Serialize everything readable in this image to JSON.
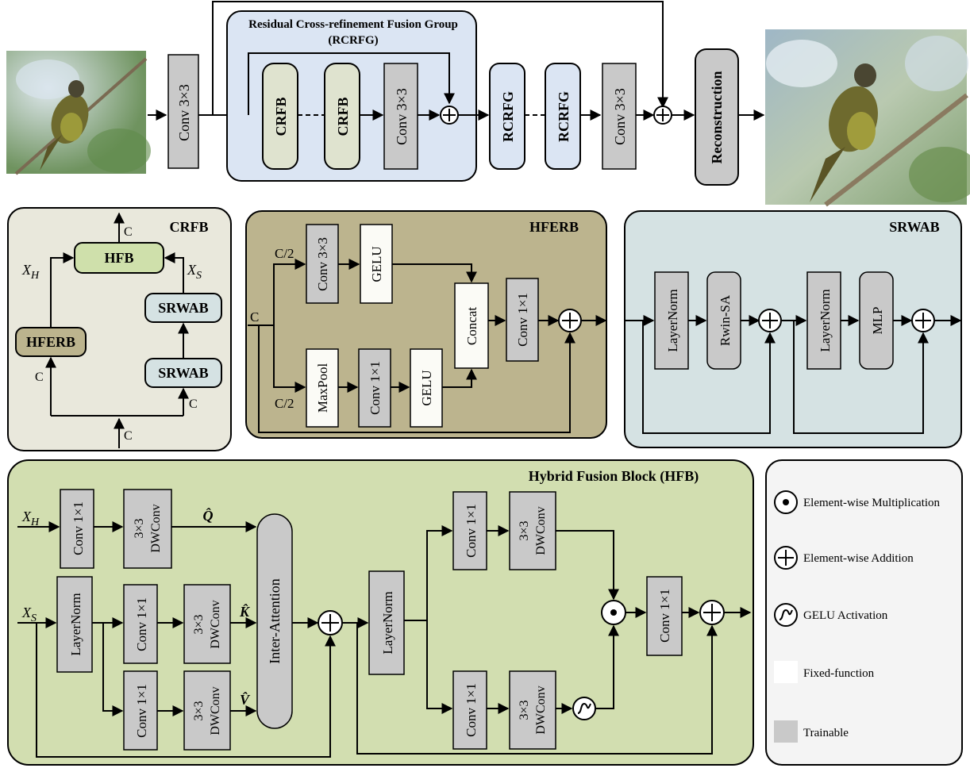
{
  "top": {
    "conv3": "Conv 3×3",
    "rcrfg_title_1": "Residual Cross-refinement Fusion Group",
    "rcrfg_title_2": "(RCRFG)",
    "crfb": "CRFB",
    "rcrfg": "RCRFG",
    "reconstruction": "Reconstruction"
  },
  "crfb_panel": {
    "title": "CRFB",
    "hfb": "HFB",
    "hferb": "HFERB",
    "srwab": "SRWAB",
    "c": "C",
    "xh": "X",
    "xh_sub": "H",
    "xs": "X",
    "xs_sub": "S"
  },
  "hferb_panel": {
    "title": "HFERB",
    "c": "C",
    "c_half": "C/2",
    "conv3": "Conv 3×3",
    "conv1": "Conv 1×1",
    "gelu": "GELU",
    "maxpool": "MaxPool",
    "concat": "Concat"
  },
  "srwab_panel": {
    "title": "SRWAB",
    "layernorm": "LayerNorm",
    "rwin": "Rwin-SA",
    "mlp": "MLP"
  },
  "hfb_panel": {
    "title": "Hybrid Fusion Block (HFB)",
    "conv1": "Conv 1×1",
    "dw_1": "3×3",
    "dw_2": "DWConv",
    "layernorm": "LayerNorm",
    "inter": "Inter-Attention",
    "q": "Q̂",
    "k": "K̂",
    "v": "V̂",
    "xh": "X",
    "xh_sub": "H",
    "xs": "X",
    "xs_sub": "S"
  },
  "legend": {
    "mult": "Element-wise Multiplication",
    "add": "Element-wise Addition",
    "gelu": "GELU Activation",
    "fixed": "Fixed-function",
    "trainable": "Trainable"
  },
  "colors": {
    "crfb_bg": "#e9e8dc",
    "hferb_bg": "#bcb48e",
    "srwab_bg": "#d5e2e3",
    "hfb_bg": "#d2deb0",
    "rcrfg_bg": "#dbe5f3",
    "trainable": "#c9c9c9",
    "fixed": "#fbfbf6"
  }
}
